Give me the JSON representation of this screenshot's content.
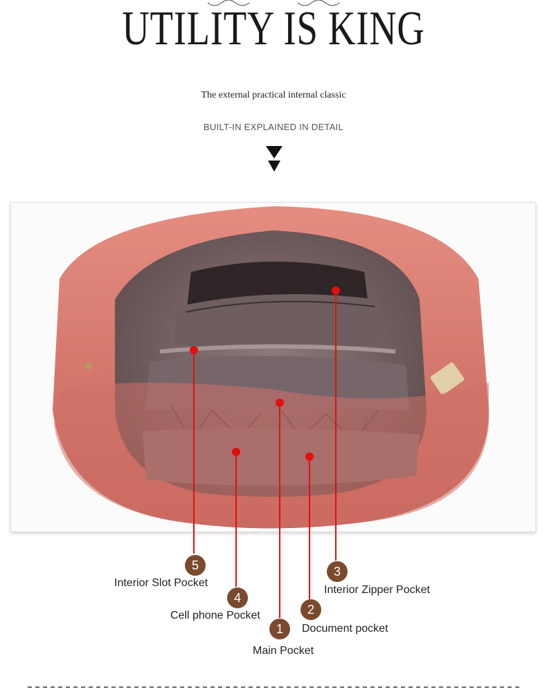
{
  "header": {
    "title": "UTILITY IS KING",
    "subtitle": "The external practical internal classic",
    "explain": "BUILT-IN EXPLAINED IN DETAIL"
  },
  "callouts": [
    {
      "number": "5",
      "label": "Interior Slot Pocket"
    },
    {
      "number": "4",
      "label": "Cell phone  Pocket"
    },
    {
      "number": "1",
      "label": "Main Pocket"
    },
    {
      "number": "2",
      "label": "Document pocket"
    },
    {
      "number": "3",
      "label": "Interior Zipper Pocket"
    }
  ],
  "colors": {
    "bag_leather": "#d9776b",
    "bag_lining": "#7e6a6a",
    "pointer_red": "#e01010",
    "badge_brown": "#7a4a2e"
  },
  "icons": {
    "down_arrows": "double-down-arrow-icon"
  }
}
